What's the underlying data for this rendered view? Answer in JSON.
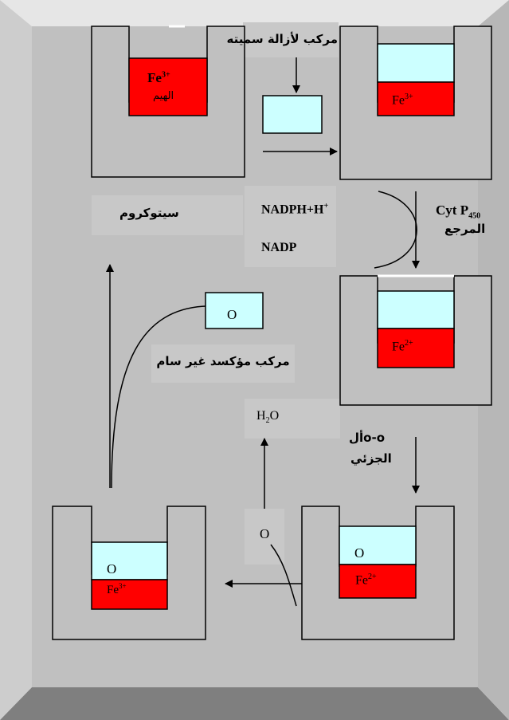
{
  "colors": {
    "panel": "#c0c0c0",
    "panel_top_shadow": "#e6e6e6",
    "panel_left_shadow": "#cdcdcd",
    "panel_bottom_shadow": "#7f7f7f",
    "heme_red": "#ff0000",
    "substrate_cyan": "#ccffff",
    "line": "#000000"
  },
  "labels": {
    "toxic_compound": "مركب لأزالة سميته",
    "cytochrome": "سيتوكروم",
    "cyt_p450_main": "Cyt P",
    "cyt_p450_sub": "450",
    "reduced": "المرجع",
    "nadph_main": "NADPH+H",
    "nadph_sup": "+",
    "nadp": "NADP",
    "oxidized_nontoxic": "مركب مؤكسد غير سام",
    "h2o_h": "H",
    "h2o_sub": "2",
    "h2o_o": "O",
    "molecule_oo": "o-oأل",
    "molecular": "الجزئي",
    "oxygen": "O"
  },
  "cells": {
    "top_left": {
      "ion": "Fe",
      "charge": "3+",
      "caption": "الهيم"
    },
    "top_right": {
      "ion": "Fe",
      "charge": "3+"
    },
    "middle_right": {
      "ion": "Fe",
      "charge": "2+"
    },
    "bottom_right": {
      "ion": "Fe",
      "charge": "2+",
      "substrate": "O"
    },
    "bottom_left": {
      "ion": "Fe",
      "charge": "3+",
      "substrate": "O"
    }
  },
  "product_box": {
    "text": "O"
  }
}
